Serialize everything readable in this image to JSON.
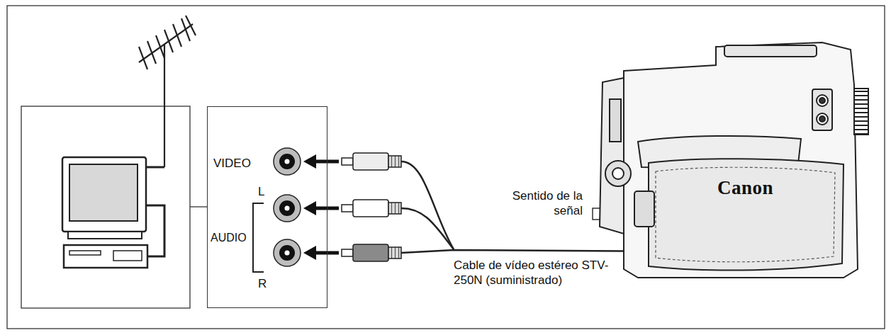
{
  "diagram": {
    "nodes": [
      {
        "text": [
          "VIDEO",
          "L",
          "AUDIO",
          "R"
        ]
      }
    ],
    "labels": [
      "Sentido de la señal",
      "Cable de vídeo estéreo STV-250N (suministrado)",
      "Canon"
    ]
  }
}
